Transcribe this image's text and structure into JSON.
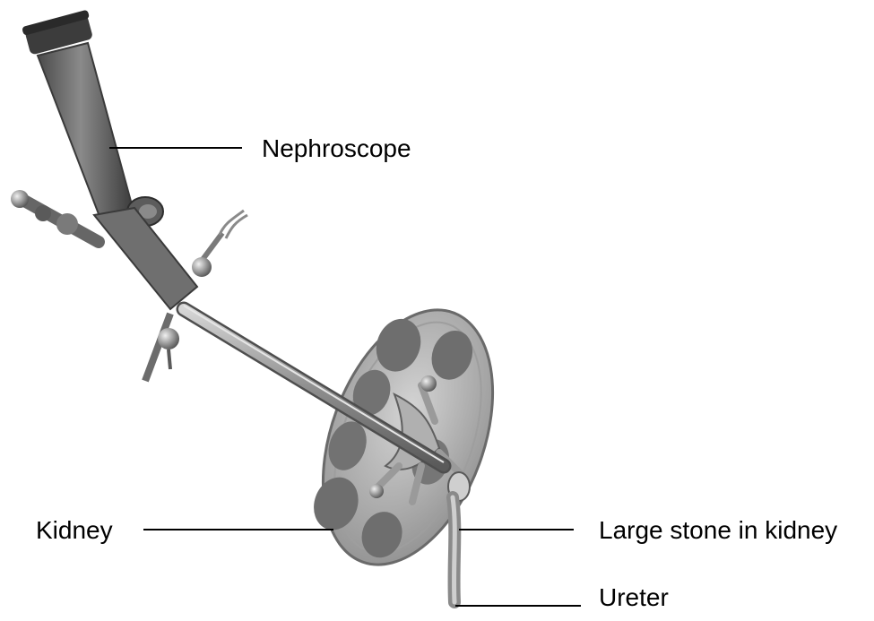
{
  "labels": {
    "nephroscope": "Nephroscope",
    "kidney": "Kidney",
    "large_stone": "Large stone in kidney",
    "ureter": "Ureter"
  },
  "colors": {
    "background": "#ffffff",
    "label_text": "#000000",
    "leader_line": "#000000",
    "instrument_dark": "#4a4a4a",
    "instrument_mid": "#7d7d7d",
    "instrument_light": "#bdbdbd",
    "kidney_outer": "#b8b8b8",
    "kidney_inner": "#6e6e6e",
    "stone": "#cfcfcf"
  }
}
